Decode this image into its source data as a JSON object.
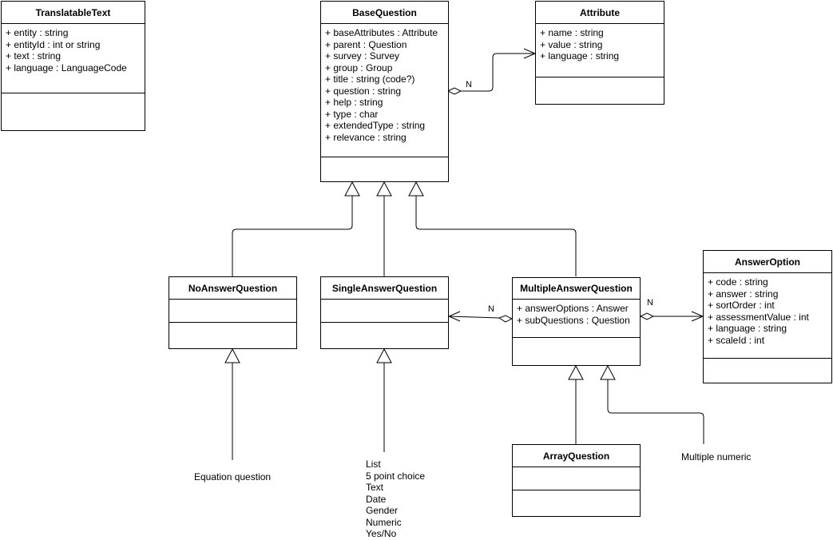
{
  "classes": {
    "translatable_text": {
      "name": "TranslatableText",
      "attributes": [
        "+ entity : string",
        "+ entityId : int or string",
        "+ text : string",
        "+ language : LanguageCode"
      ]
    },
    "base_question": {
      "name": "BaseQuestion",
      "attributes": [
        "+ baseAttributes : Attribute",
        "+ parent : Question",
        "+ survey : Survey",
        "+ group : Group",
        "+ title : string (code?)",
        "+ question : string",
        "+ help : string",
        "+ type : char",
        "+ extendedType : string",
        "+ relevance : string"
      ]
    },
    "attribute": {
      "name": "Attribute",
      "attributes": [
        "+ name : string",
        "+ value : string",
        "+ language : string"
      ]
    },
    "answer_option": {
      "name": "AnswerOption",
      "attributes": [
        "+ code : string",
        "+ answer : string",
        "+ sortOrder : int",
        "+ assessmentValue : int",
        "+ language : string",
        "+ scaleId : int"
      ]
    },
    "no_answer_question": {
      "name": "NoAnswerQuestion",
      "attributes": []
    },
    "single_answer_question": {
      "name": "SingleAnswerQuestion",
      "attributes": []
    },
    "multiple_answer_question": {
      "name": "MultipleAnswerQuestion",
      "attributes": [
        "+ answerOptions : Answer",
        "+ subQuestions : Question"
      ]
    },
    "array_question": {
      "name": "ArrayQuestion",
      "attributes": []
    }
  },
  "notes": {
    "equation": "Equation question",
    "single_types": [
      "List",
      "5 point choice",
      "Text",
      "Date",
      "Gender",
      "Numeric",
      "Yes/No"
    ],
    "multiple_numeric": "Multiple numeric"
  },
  "multiplicities": {
    "base_attribute": "N",
    "multiple_single": "N",
    "multiple_answer_option": "N"
  }
}
